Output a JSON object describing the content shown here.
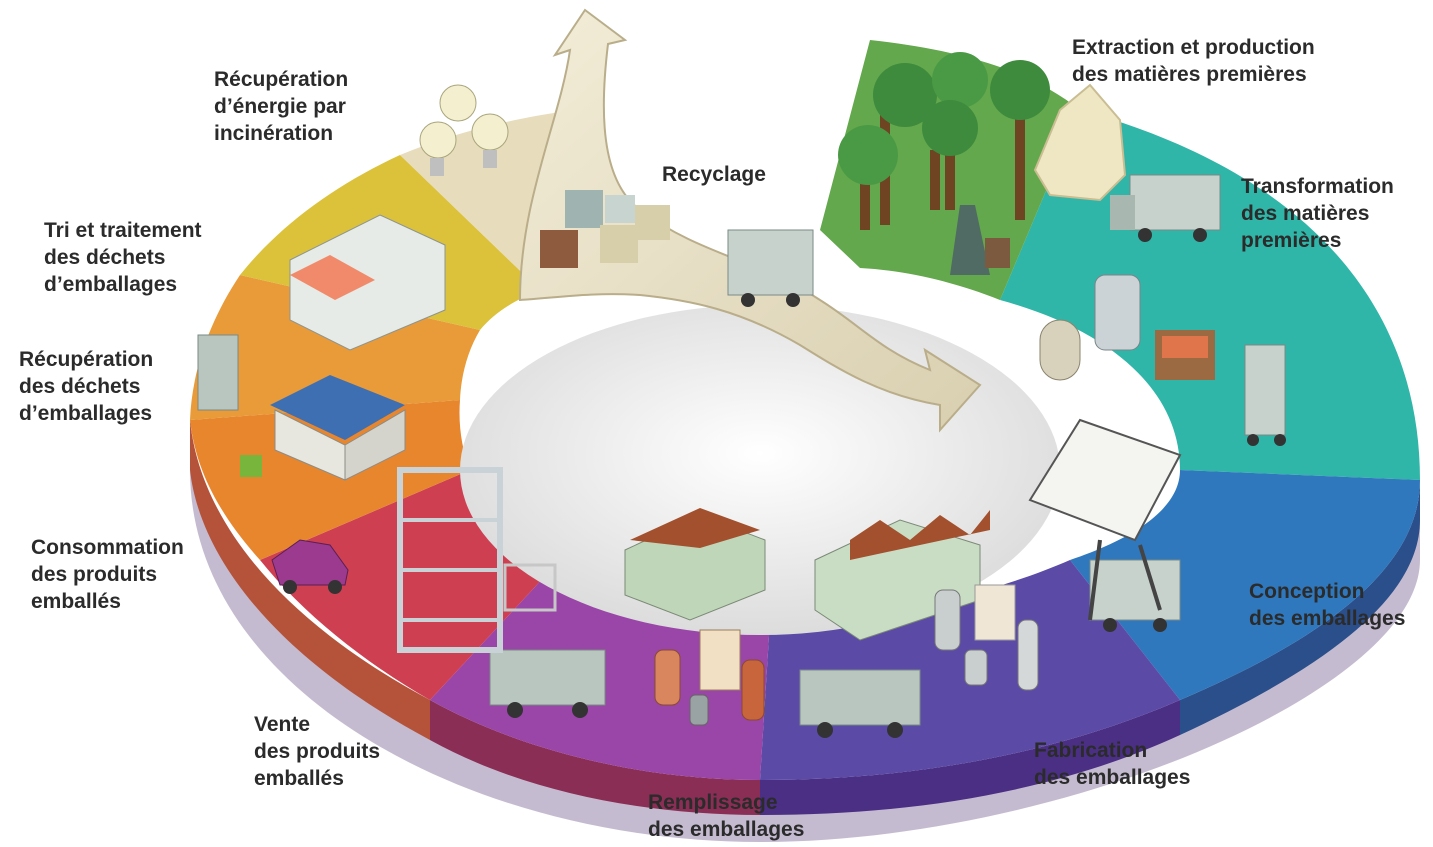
{
  "stages": [
    {
      "id": "extraction",
      "lines": [
        "Extraction et production",
        "des matières premières"
      ],
      "color": "#63a84c"
    },
    {
      "id": "transformation",
      "lines": [
        "Transformation",
        "des matières",
        "premières"
      ],
      "color": "#2fb6a8"
    },
    {
      "id": "conception",
      "lines": [
        "Conception",
        "des emballages"
      ],
      "color": "#2f78bd"
    },
    {
      "id": "fabrication",
      "lines": [
        "Fabrication",
        "des emballages"
      ],
      "color": "#5b4aa6"
    },
    {
      "id": "remplissage",
      "lines": [
        "Remplissage",
        "des emballages"
      ],
      "color": "#9a45a8"
    },
    {
      "id": "vente",
      "lines": [
        "Vente",
        "des produits",
        "emballés"
      ],
      "color": "#cf3f52"
    },
    {
      "id": "consommation",
      "lines": [
        "Consommation",
        "des produits",
        "emballés"
      ],
      "color": "#e8862e"
    },
    {
      "id": "recuperation",
      "lines": [
        "Récupération",
        "des déchets",
        "d’emballages"
      ],
      "color": "#e89b38"
    },
    {
      "id": "tri",
      "lines": [
        "Tri et traitement",
        "des déchets",
        "d’emballages"
      ],
      "color": "#dbc23a"
    },
    {
      "id": "energie",
      "lines": [
        "Récupération",
        "d’énergie par",
        "incinération"
      ],
      "color": "#e7dcbc"
    },
    {
      "id": "recyclage",
      "lines": [
        "Recyclage"
      ],
      "color": "#e9e1c4"
    }
  ]
}
